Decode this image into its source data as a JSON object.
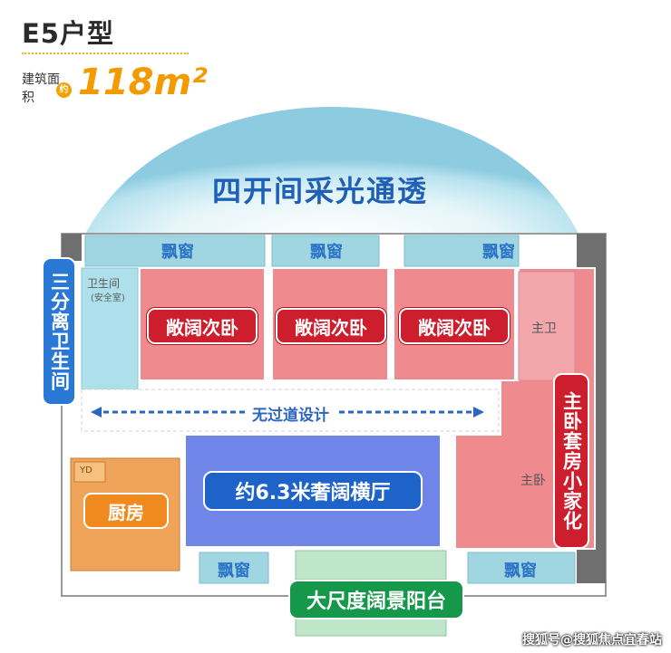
{
  "header": {
    "title": "E5户型",
    "area_label": "建筑面积",
    "approx_badge": "约",
    "area_value": "118m²"
  },
  "plan": {
    "dome_caption": "四开间采光通透",
    "bay_windows": [
      "飘窗",
      "飘窗",
      "飘窗",
      "飘窗",
      "飘窗"
    ],
    "bedroom_tags": [
      "敞阔次卧",
      "敞阔次卧",
      "敞阔次卧"
    ],
    "bathroom_tag": "三分离卫生间",
    "corridor_caption": "无过道设计",
    "living_tag": "约6.3米奢阔横厅",
    "kitchen_tag": "厨房",
    "balcony_tag": "大尺度阔景阳台",
    "master_tag": "主卧套房小家化",
    "room_labels": {
      "bathroom": "卫生间",
      "bathroom_note": "(安全室)",
      "master_bath": "主卫",
      "master_bed": "主卧",
      "yd": "YD"
    },
    "colors": {
      "bedroom": "#ef8a8f",
      "bathroom": "#aee0ec",
      "living": "#6f86e8",
      "kitchen": "#f0a45a",
      "balcony": "#bfe6c9",
      "window": "#9fd6e2"
    }
  },
  "watermark": "搜狐号@搜狐焦点宜春站"
}
